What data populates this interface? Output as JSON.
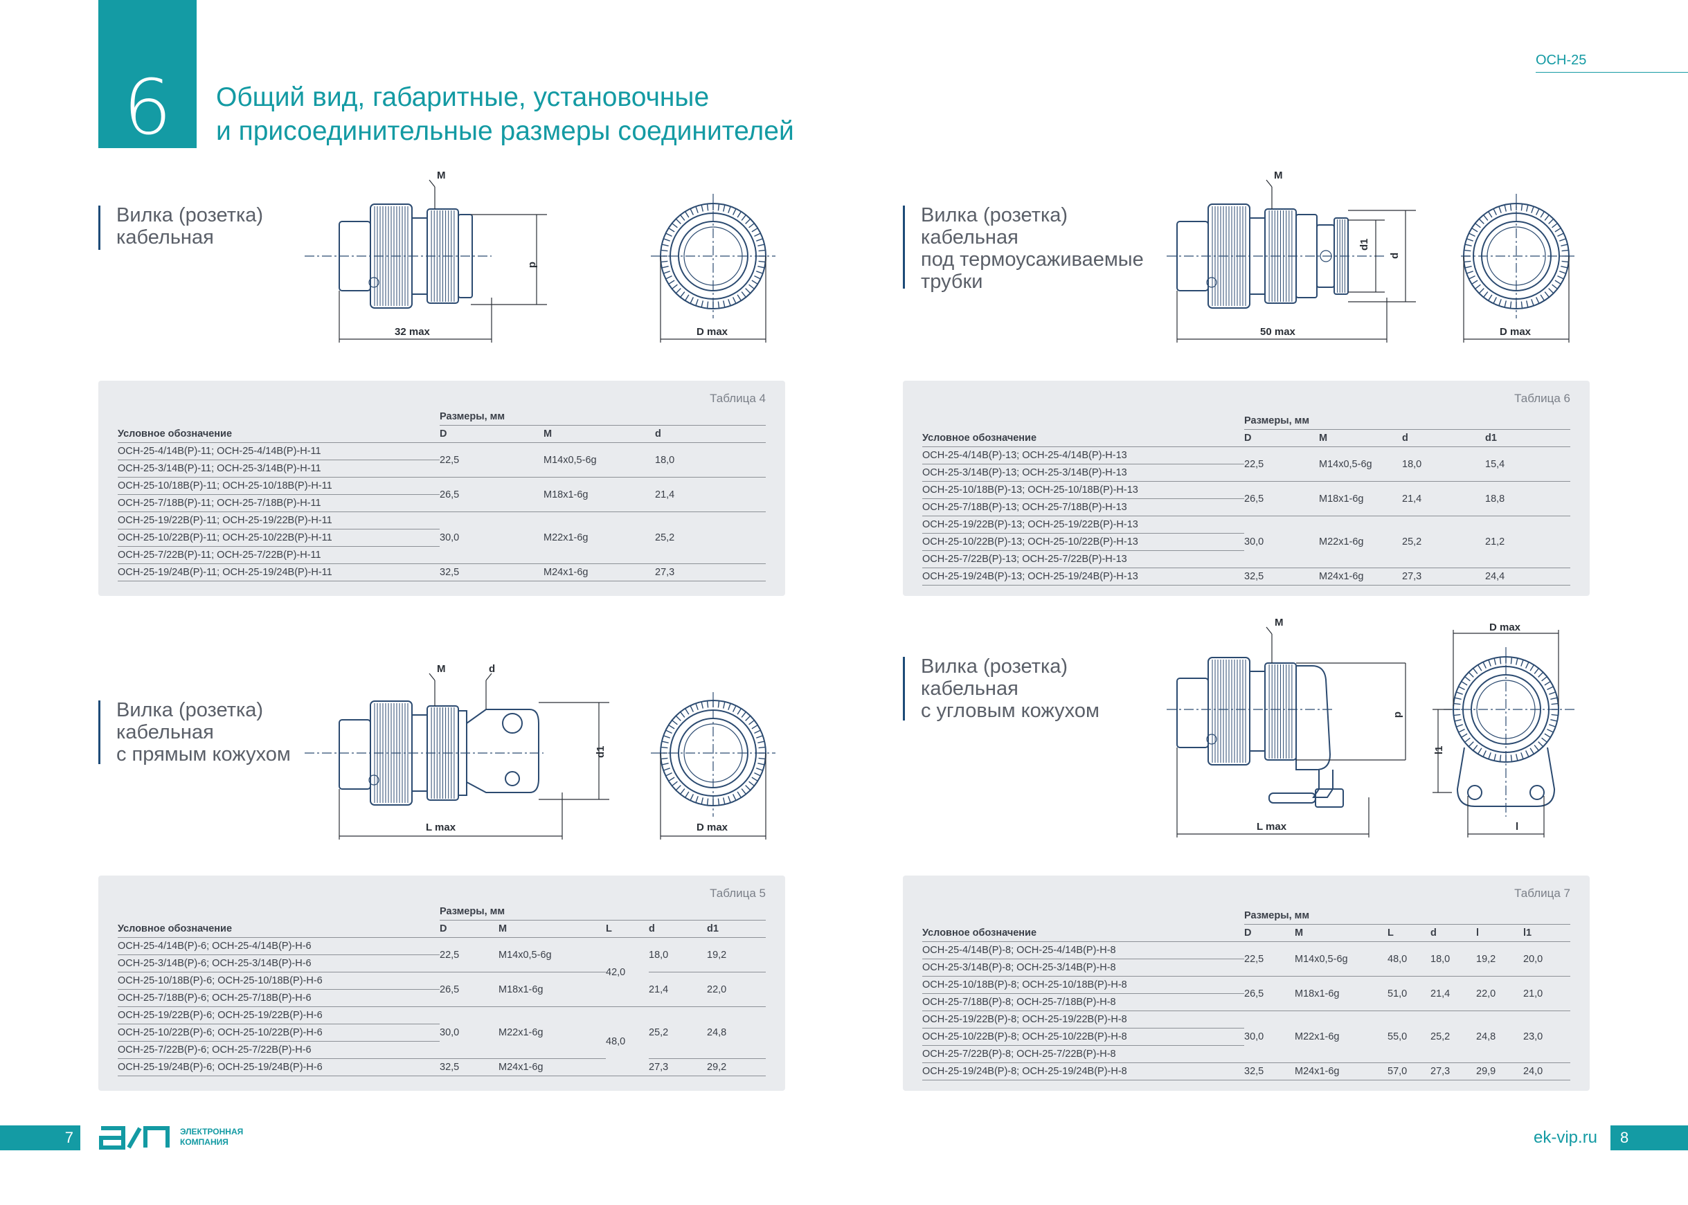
{
  "header": {
    "chapter_number": "6",
    "title_line1": "Общий вид, габаритные, установочные",
    "title_line2": "и присоединительные размеры соединителей",
    "series_tag": "ОСН-25"
  },
  "sections": {
    "cable": {
      "title_lines": [
        "Вилка (розетка)",
        "кабельная"
      ],
      "dims": {
        "m": "M",
        "d": "d",
        "length": "32 max",
        "dmax": "D max"
      }
    },
    "heatshrink": {
      "title_lines": [
        "Вилка (розетка)",
        "кабельная",
        "под термоусаживаемые",
        "трубки"
      ],
      "dims": {
        "m": "M",
        "d1": "d1",
        "d": "d",
        "length": "50 max",
        "dmax": "D max"
      }
    },
    "straight": {
      "title_lines": [
        "Вилка (розетка)",
        "кабельная",
        "с прямым кожухом"
      ],
      "dims": {
        "m": "M",
        "d": "d",
        "d1": "d1",
        "length": "L max",
        "dmax": "D max"
      }
    },
    "angled": {
      "title_lines": [
        "Вилка (розетка)",
        "кабельная",
        "с угловым кожухом"
      ],
      "dims": {
        "m": "M",
        "d": "d",
        "l1": "l1",
        "length": "L max",
        "dmax": "D max",
        "l": "l"
      }
    }
  },
  "table4": {
    "label": "Таблица 4",
    "designation_header": "Условное обозначение",
    "group_header": "Размеры, мм",
    "columns": [
      "D",
      "M",
      "d"
    ],
    "groups": [
      {
        "names": [
          "ОСН-25-4/14В(Р)-11; ОСН-25-4/14В(Р)-Н-11",
          "ОСН-25-3/14В(Р)-11; ОСН-25-3/14В(Р)-Н-11"
        ],
        "values": [
          "22,5",
          "M14x0,5-6g",
          "18,0"
        ]
      },
      {
        "names": [
          "ОСН-25-10/18В(Р)-11; ОСН-25-10/18В(Р)-Н-11",
          "ОСН-25-7/18В(Р)-11; ОСН-25-7/18В(Р)-Н-11"
        ],
        "values": [
          "26,5",
          "M18x1-6g",
          "21,4"
        ]
      },
      {
        "names": [
          "ОСН-25-19/22В(Р)-11; ОСН-25-19/22В(Р)-Н-11",
          "ОСН-25-10/22В(Р)-11; ОСН-25-10/22В(Р)-Н-11",
          "ОСН-25-7/22В(Р)-11; ОСН-25-7/22В(Р)-Н-11"
        ],
        "values": [
          "30,0",
          "M22x1-6g",
          "25,2"
        ]
      },
      {
        "names": [
          "ОСН-25-19/24В(Р)-11; ОСН-25-19/24В(Р)-Н-11"
        ],
        "values": [
          "32,5",
          "M24x1-6g",
          "27,3"
        ]
      }
    ]
  },
  "table6": {
    "label": "Таблица 6",
    "designation_header": "Условное обозначение",
    "group_header": "Размеры, мм",
    "columns": [
      "D",
      "M",
      "d",
      "d1"
    ],
    "groups": [
      {
        "names": [
          "ОСН-25-4/14В(Р)-13; ОСН-25-4/14В(Р)-Н-13",
          "ОСН-25-3/14В(Р)-13; ОСН-25-3/14В(Р)-Н-13"
        ],
        "values": [
          "22,5",
          "M14x0,5-6g",
          "18,0",
          "15,4"
        ]
      },
      {
        "names": [
          "ОСН-25-10/18В(Р)-13; ОСН-25-10/18В(Р)-Н-13",
          "ОСН-25-7/18В(Р)-13; ОСН-25-7/18В(Р)-Н-13"
        ],
        "values": [
          "26,5",
          "M18x1-6g",
          "21,4",
          "18,8"
        ]
      },
      {
        "names": [
          "ОСН-25-19/22В(Р)-13; ОСН-25-19/22В(Р)-Н-13",
          "ОСН-25-10/22В(Р)-13; ОСН-25-10/22В(Р)-Н-13",
          "ОСН-25-7/22В(Р)-13; ОСН-25-7/22В(Р)-Н-13"
        ],
        "values": [
          "30,0",
          "M22x1-6g",
          "25,2",
          "21,2"
        ]
      },
      {
        "names": [
          "ОСН-25-19/24В(Р)-13; ОСН-25-19/24В(Р)-Н-13"
        ],
        "values": [
          "32,5",
          "M24x1-6g",
          "27,3",
          "24,4"
        ]
      }
    ]
  },
  "table5": {
    "label": "Таблица 5",
    "designation_header": "Условное обозначение",
    "group_header": "Размеры, мм",
    "columns": [
      "D",
      "M",
      "L",
      "d",
      "d1"
    ],
    "groups": [
      {
        "names": [
          "ОСН-25-4/14В(Р)-6; ОСН-25-4/14В(Р)-Н-6",
          "ОСН-25-3/14В(Р)-6; ОСН-25-3/14В(Р)-Н-6"
        ],
        "values": [
          "22,5",
          "M14x0,5-6g",
          "",
          "18,0",
          "19,2"
        ]
      },
      {
        "names": [
          "ОСН-25-10/18В(Р)-6; ОСН-25-10/18В(Р)-Н-6",
          "ОСН-25-7/18В(Р)-6; ОСН-25-7/18В(Р)-Н-6"
        ],
        "values": [
          "26,5",
          "M18x1-6g",
          "",
          "21,4",
          "22,0"
        ]
      },
      {
        "names": [
          "ОСН-25-19/22В(Р)-6; ОСН-25-19/22В(Р)-Н-6",
          "ОСН-25-10/22В(Р)-6; ОСН-25-10/22В(Р)-Н-6",
          "ОСН-25-7/22В(Р)-6; ОСН-25-7/22В(Р)-Н-6"
        ],
        "values": [
          "30,0",
          "M22x1-6g",
          "",
          "25,2",
          "24,8"
        ]
      },
      {
        "names": [
          "ОСН-25-19/24В(Р)-6; ОСН-25-19/24В(Р)-Н-6"
        ],
        "values": [
          "32,5",
          "M24x1-6g",
          "",
          "27,3",
          "29,2"
        ]
      }
    ],
    "l_merged": [
      "42,0",
      "48,0"
    ]
  },
  "table7": {
    "label": "Таблица 7",
    "designation_header": "Условное обозначение",
    "group_header": "Размеры, мм",
    "columns": [
      "D",
      "M",
      "L",
      "d",
      "l",
      "l1"
    ],
    "groups": [
      {
        "names": [
          "ОСН-25-4/14В(Р)-8; ОСН-25-4/14В(Р)-Н-8",
          "ОСН-25-3/14В(Р)-8; ОСН-25-3/14В(Р)-Н-8"
        ],
        "values": [
          "22,5",
          "M14x0,5-6g",
          "48,0",
          "18,0",
          "19,2",
          "20,0"
        ]
      },
      {
        "names": [
          "ОСН-25-10/18В(Р)-8; ОСН-25-10/18В(Р)-Н-8",
          "ОСН-25-7/18В(Р)-8; ОСН-25-7/18В(Р)-Н-8"
        ],
        "values": [
          "26,5",
          "M18x1-6g",
          "51,0",
          "21,4",
          "22,0",
          "21,0"
        ]
      },
      {
        "names": [
          "ОСН-25-19/22В(Р)-8; ОСН-25-19/22В(Р)-Н-8",
          "ОСН-25-10/22В(Р)-8; ОСН-25-10/22В(Р)-Н-8",
          "ОСН-25-7/22В(Р)-8; ОСН-25-7/22В(Р)-Н-8"
        ],
        "values": [
          "30,0",
          "M22x1-6g",
          "55,0",
          "25,2",
          "24,8",
          "23,0"
        ]
      },
      {
        "names": [
          "ОСН-25-19/24В(Р)-8; ОСН-25-19/24В(Р)-Н-8"
        ],
        "values": [
          "32,5",
          "M24x1-6g",
          "57,0",
          "27,3",
          "29,9",
          "24,0"
        ]
      }
    ]
  },
  "footer": {
    "page_left": "7",
    "page_right": "8",
    "company_line1": "ЭЛЕКТРОННАЯ",
    "company_line2": "КОМПАНИЯ",
    "site": "ek-vip.ru"
  },
  "colors": {
    "accent": "#149ba4",
    "panel": "#e9ebee",
    "drawing": "#2b4a70",
    "section_bar": "#1d4b78"
  }
}
